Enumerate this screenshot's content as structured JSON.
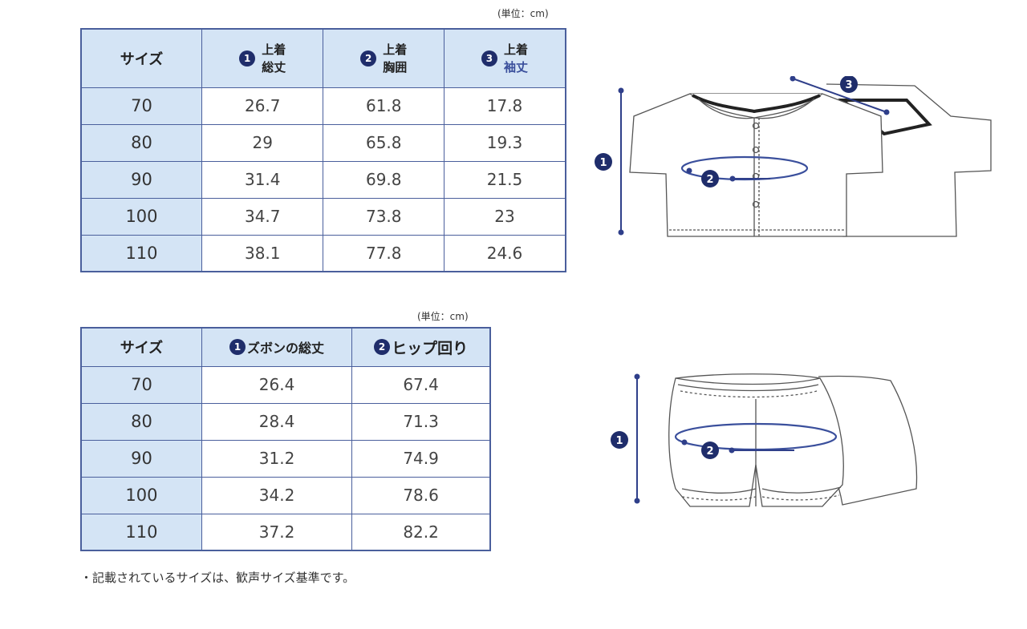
{
  "top_table": {
    "unit": "(単位：cm)",
    "headers": {
      "size": "サイズ",
      "col1_marker": "1",
      "col1_line1": "上着",
      "col1_line2": "総丈",
      "col2_marker": "2",
      "col2_line1": "上着",
      "col2_line2": "胸囲",
      "col3_marker": "3",
      "col3_line1": "上着",
      "col3_line2": "袖丈"
    },
    "rows": [
      [
        "70",
        "26.7",
        "61.8",
        "17.8"
      ],
      [
        "80",
        "29",
        "65.8",
        "19.3"
      ],
      [
        "90",
        "31.4",
        "69.8",
        "21.5"
      ],
      [
        "100",
        "34.7",
        "73.8",
        "23"
      ],
      [
        "110",
        "38.1",
        "77.8",
        "24.6"
      ]
    ]
  },
  "bottom_table": {
    "unit": "(単位：cm)",
    "headers": {
      "size": "サイズ",
      "col1_marker": "1",
      "col1": "ズボンの総丈",
      "col2_marker": "2",
      "col2": "ヒップ回り"
    },
    "rows": [
      [
        "70",
        "26.4",
        "67.4"
      ],
      [
        "80",
        "28.4",
        "71.3"
      ],
      [
        "90",
        "31.2",
        "74.9"
      ],
      [
        "100",
        "34.2",
        "78.6"
      ],
      [
        "110",
        "37.2",
        "82.2"
      ]
    ]
  },
  "shirt_markers": {
    "m1": "1",
    "m2": "2",
    "m3": "3"
  },
  "pants_markers": {
    "m1": "1",
    "m2": "2"
  },
  "note": "・記載されているサイズは、歓声サイズ基準です。",
  "colors": {
    "header_bg": "#d4e4f5",
    "border": "#4a5f9c",
    "marker": "#1f2d6b"
  }
}
